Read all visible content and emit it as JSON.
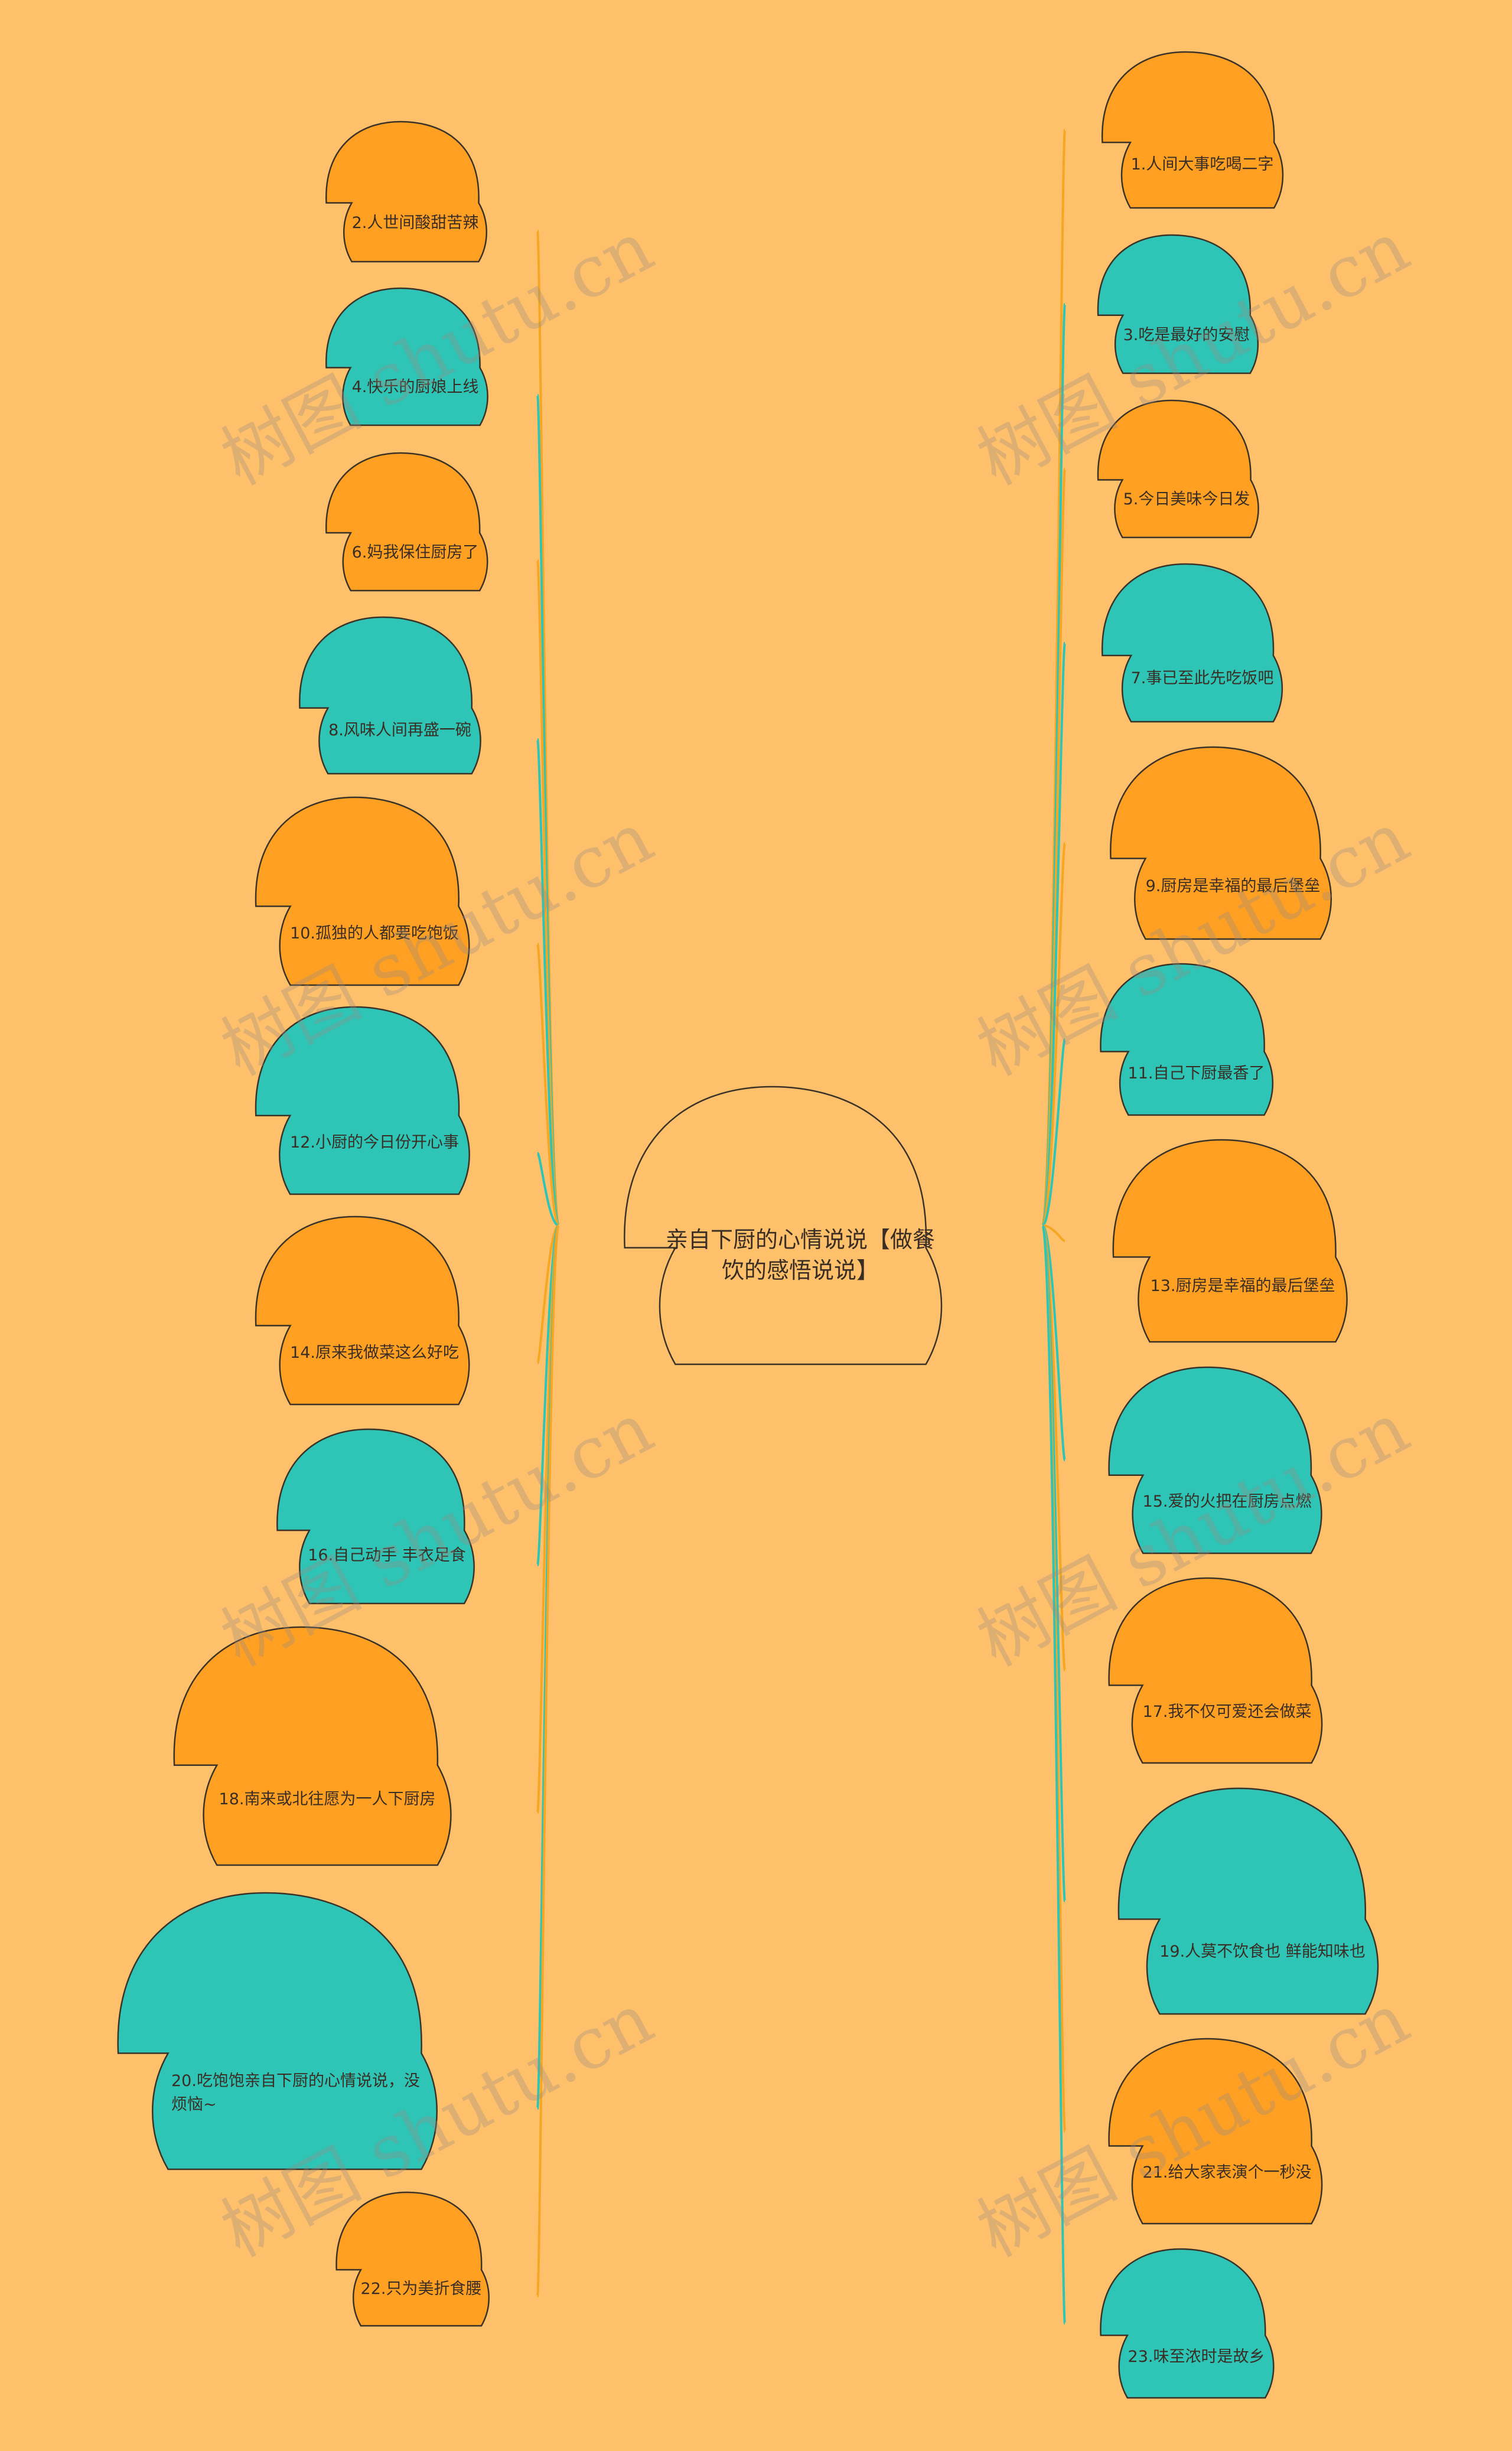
{
  "root": {
    "label": "亲自下厨的心情说说【做餐饮的感悟说说】"
  },
  "colors": {
    "background": "#ffc06b",
    "orange": "#ffa023",
    "teal": "#2ec4b6",
    "outline": "#3b3328",
    "line_orange": "#f5a623",
    "line_teal": "#2ec4b6"
  },
  "watermark": "树图 shutu.cn",
  "left": [
    {
      "label": "2.人世间酸甜苦辣",
      "color": "orange"
    },
    {
      "label": "4.快乐的厨娘上线",
      "color": "teal"
    },
    {
      "label": "6.妈我保住厨房了",
      "color": "orange"
    },
    {
      "label": "8.风味人间再盛一碗",
      "color": "teal"
    },
    {
      "label": "10.孤独的人都要吃饱饭",
      "color": "orange"
    },
    {
      "label": "12.小厨的今日份开心事",
      "color": "teal"
    },
    {
      "label": "14.原来我做菜这么好吃",
      "color": "orange"
    },
    {
      "label": "16.自己动手 丰衣足食",
      "color": "teal"
    },
    {
      "label": "18.南来或北往愿为一人下厨房",
      "color": "orange"
    },
    {
      "label": "20.吃饱饱亲自下厨的心情说说，没烦恼~",
      "color": "teal"
    },
    {
      "label": "22.只为美折食腰",
      "color": "orange"
    }
  ],
  "right": [
    {
      "label": "1.人间大事吃喝二字",
      "color": "orange"
    },
    {
      "label": "3.吃是最好的安慰",
      "color": "teal"
    },
    {
      "label": "5.今日美味今日发",
      "color": "orange"
    },
    {
      "label": "7.事已至此先吃饭吧",
      "color": "teal"
    },
    {
      "label": "9.厨房是幸福的最后堡垒",
      "color": "orange"
    },
    {
      "label": "11.自己下厨最香了",
      "color": "teal"
    },
    {
      "label": "13.厨房是幸福的最后堡垒",
      "color": "orange"
    },
    {
      "label": "15.爱的火把在厨房点燃",
      "color": "teal"
    },
    {
      "label": "17.我不仅可爱还会做菜",
      "color": "orange"
    },
    {
      "label": "19.人莫不饮食也 鲜能知味也",
      "color": "teal"
    },
    {
      "label": "21.给大家表演个一秒没",
      "color": "orange"
    },
    {
      "label": "23.味至浓时是故乡",
      "color": "teal"
    }
  ]
}
